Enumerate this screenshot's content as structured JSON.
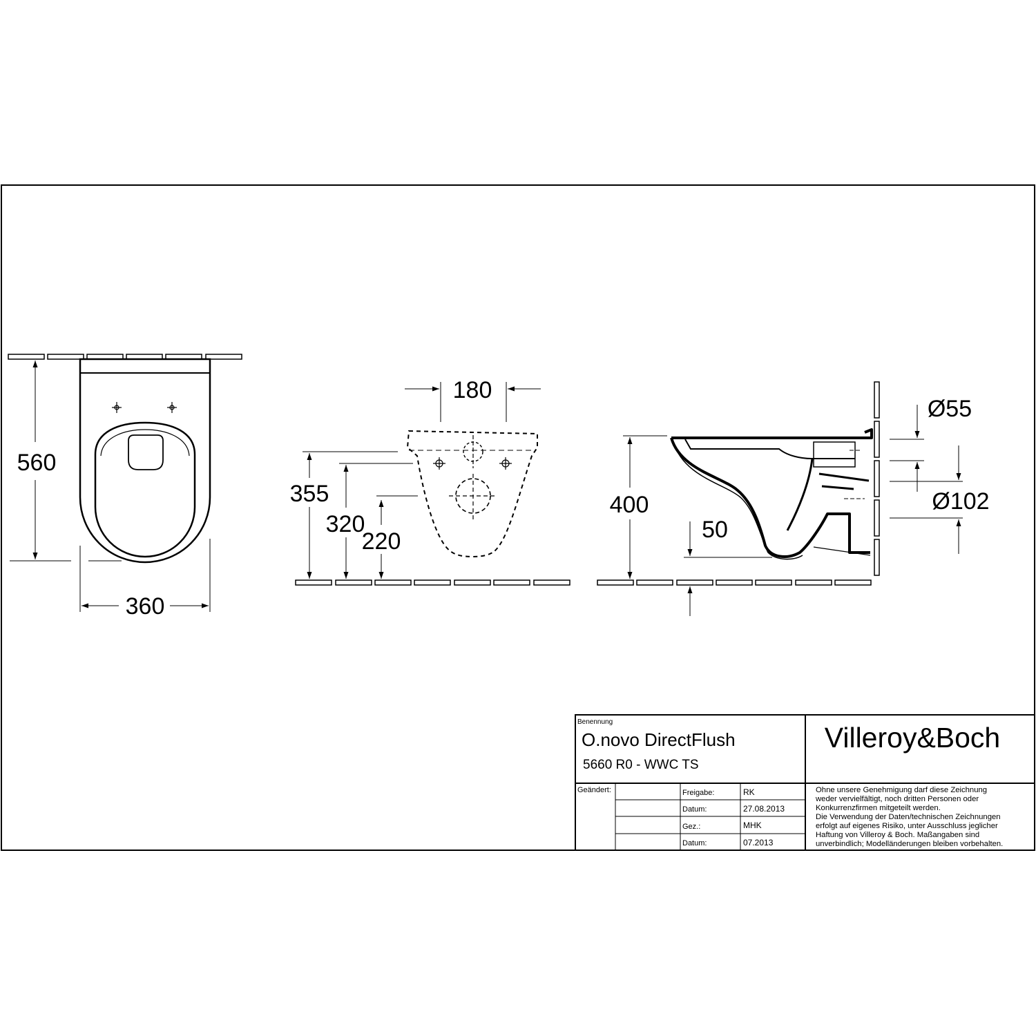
{
  "dimensions": {
    "top_view": {
      "length": "560",
      "width": "360"
    },
    "front_view": {
      "fixing_distance": "180",
      "height_a": "355",
      "height_b": "320",
      "height_c": "220"
    },
    "side_view": {
      "height": "400",
      "offset": "50",
      "outlet_small": "Ø55",
      "outlet_large": "Ø102"
    }
  },
  "title_block": {
    "label_benennung": "Benennung",
    "product_name": "O.novo DirectFlush",
    "article": "5660 R0 - WWC TS",
    "brand": "Villeroy&Boch",
    "label_geaendert": "Geändert:",
    "rows": [
      {
        "label": "Freigabe:",
        "value": "RK"
      },
      {
        "label": "Datum:",
        "value": "27.08.2013"
      },
      {
        "label": "Gez.:",
        "value": "MHK"
      },
      {
        "label": "Datum:",
        "value": "07.2013"
      }
    ],
    "notice": [
      "Ohne unsere Genehmigung darf diese Zeichnung",
      "weder vervielfältigt, noch dritten Personen oder",
      "Konkurrenzfirmen mitgeteilt werden.",
      "Die Verwendung der Daten/technischen Zeichnungen",
      "erfolgt auf eigenes Risiko, unter Ausschluss jeglicher",
      "Haftung von Villeroy & Boch. Maßangaben sind",
      "unverbindlich; Modelländerungen bleiben vorbehalten."
    ]
  }
}
